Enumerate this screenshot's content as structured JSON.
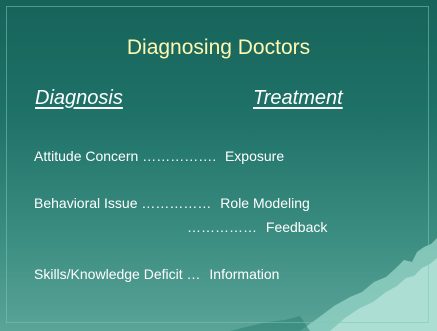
{
  "slide": {
    "title": "Diagnosing Doctors",
    "headers": {
      "diagnosis": "Diagnosis",
      "treatment": "Treatment"
    },
    "rows": [
      {
        "diagnosis": "Attitude Concern",
        "leader": "…………….",
        "treatment": "Exposure"
      },
      {
        "diagnosis": "Behavioral Issue ",
        "leader": "……………",
        "treatment": "Role Modeling"
      },
      {
        "diagnosis": "",
        "leader": "……………",
        "treatment": "Feedback"
      },
      {
        "diagnosis": "Skills/Knowledge Deficit",
        "leader": "…",
        "treatment": "Information"
      }
    ]
  },
  "colors": {
    "background_top": "#16635a",
    "background_bottom": "#5aa397",
    "title": "#fff8b0",
    "text": "#ffffff"
  }
}
